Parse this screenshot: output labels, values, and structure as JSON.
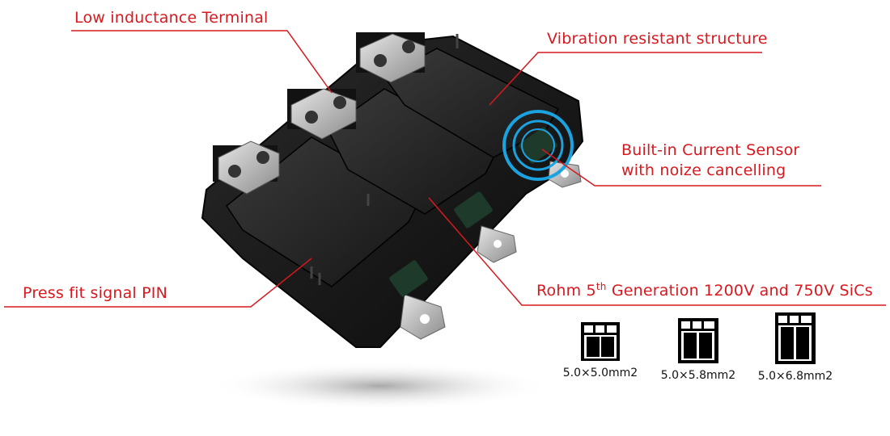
{
  "labels": {
    "terminal": "Low inductance Terminal",
    "vibration": "Vibration resistant structure",
    "sensor_line1": "Built-in Current Sensor",
    "sensor_line2": "with noize cancelling",
    "pressfit": "Press fit signal PIN",
    "rohm_prefix": "Rohm 5",
    "rohm_sup": "th",
    "rohm_suffix": " Generation 1200V and 750V SiCs"
  },
  "chips": [
    {
      "caption": "5.0×5.0mm2"
    },
    {
      "caption": "5.0×5.8mm2"
    },
    {
      "caption": "5.0×6.8mm2"
    }
  ],
  "colors": {
    "accent": "#d7191f",
    "highlight": "#1aa3e0",
    "module": "#141414"
  },
  "image": {
    "subject": "power-module-photo",
    "icons": [
      "terminal-block-icon",
      "current-sensor-icon",
      "sic-chip-icon"
    ]
  }
}
